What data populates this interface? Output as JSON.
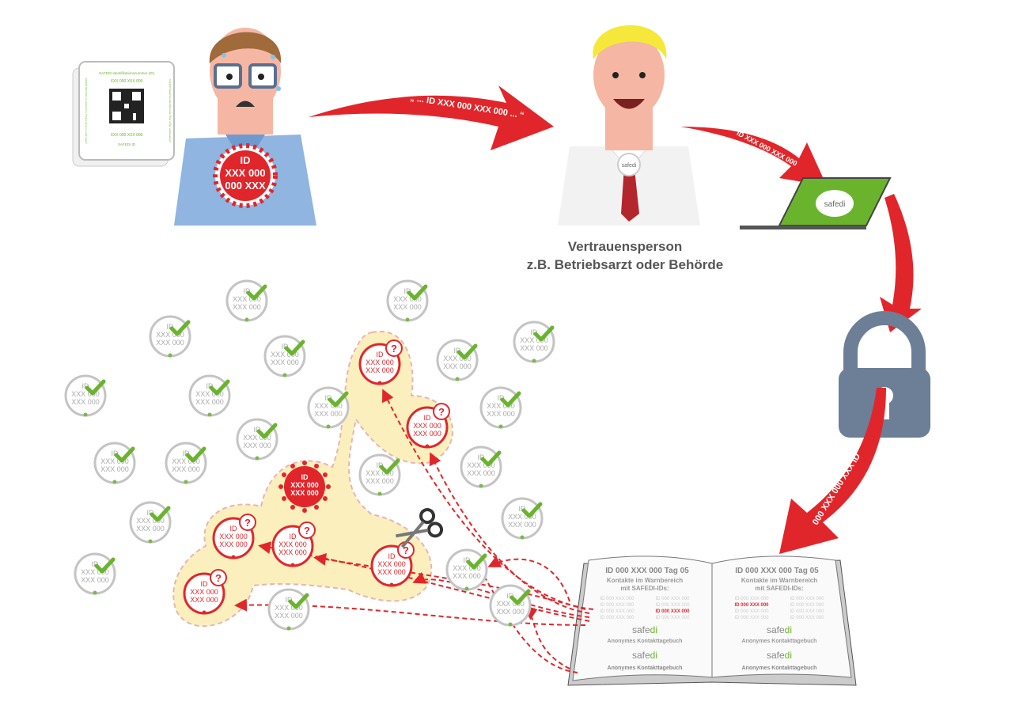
{
  "card": {
    "title": "SAFEDI Identifikationsnummer (ID)",
    "id_top": "XXX 000 XXX 000",
    "id_bottom": "XXX 000 XXX 000",
    "footer": "SAFEDI ID",
    "side_left": "SAFEDI QR-Code zu registrieren. Please keep in a safe place!",
    "side_right": "SAFEDI Registrierungs-QR-Code. Bitte sicher aufbewahren!"
  },
  "infected_badge": {
    "line1": "ID",
    "line2": "XXX 000",
    "line3": "000 XXX"
  },
  "arrows": {
    "to_trustee": "„ ... ID XXX 000 XXX 000 ... “",
    "to_laptop": "ID XXX 000 XXX 000",
    "to_book": "000 XXX 000 XXX ID"
  },
  "trustee_badge": "safedi",
  "laptop_logo": "safedi",
  "caption": {
    "line1": "Vertrauensperson",
    "line2": "z.B. Betriebsarzt oder Behörde"
  },
  "contact_badge": {
    "line1": "ID",
    "line2": "XXX 000",
    "line3": "XXX 000"
  },
  "unknown_mark": "?",
  "virus_badge": {
    "line1": "ID",
    "line2": "XXX 000",
    "line3": "XXX 000"
  },
  "book": {
    "left_header": "ID 000 XXX 000   Tag 05",
    "right_header": "ID 000 XXX 000   Tag 05",
    "subtitle_line1": "Kontakte im Warnbereich",
    "subtitle_line2": "mit SAFEDI-IDs:",
    "entry": "ID 000 XXX 000",
    "highlight_entry": "ID 000 XXX 000",
    "brand_safe": "safe",
    "brand_di": "di",
    "tagline": "Anonymes Kontakttagebuch"
  },
  "colors": {
    "red": "#e1262b",
    "green": "#6ab42d",
    "gray": "#bdbdbd",
    "lock": "#6c7f96",
    "yellow": "#fbf0bd"
  }
}
